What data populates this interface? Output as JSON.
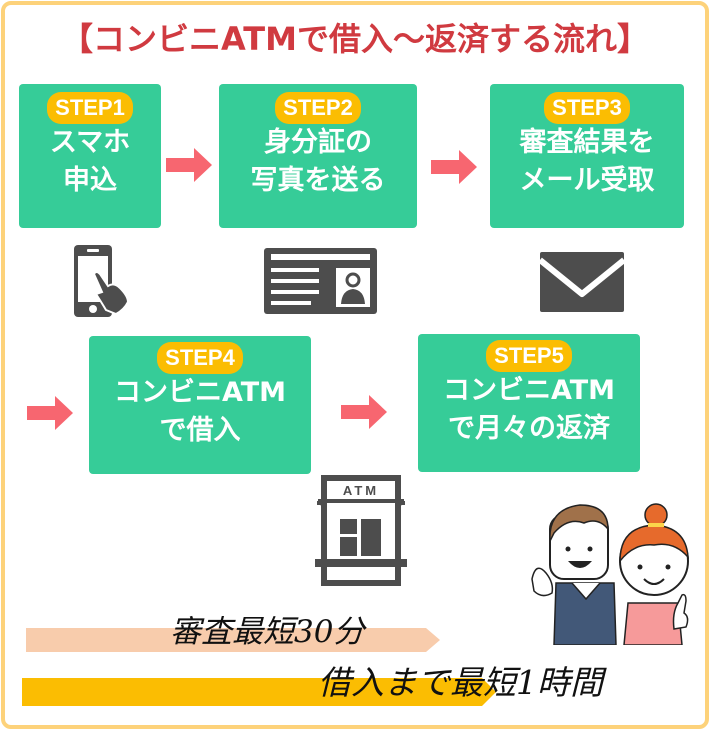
{
  "title": "【コンビニATMで借入～返済する流れ】",
  "steps": [
    {
      "badge": "STEP1",
      "line1": "スマホ",
      "line2": "申込"
    },
    {
      "badge": "STEP2",
      "line1": "身分証の",
      "line2": "写真を送る"
    },
    {
      "badge": "STEP3",
      "line1": "審査結果を",
      "line2": "メール受取"
    },
    {
      "badge": "STEP4",
      "line1": "コンビニATM",
      "line2": "で借入"
    },
    {
      "badge": "STEP5",
      "line1": "コンビニATM",
      "line2": "で月々の返済"
    }
  ],
  "icons": {
    "step1": "smartphone-tap-icon",
    "step2": "id-card-icon",
    "step3": "envelope-icon",
    "step4": "atm-icon",
    "atm_label": "ATM"
  },
  "timelines": [
    {
      "label": "審査最短30分",
      "color": "#f8ccac"
    },
    {
      "label": "借入まで最短1時間",
      "color": "#fbbd02"
    }
  ],
  "colors": {
    "frame": "#fdd27a",
    "title": "#d03a40",
    "step_box": "#36cc98",
    "badge": "#fbbd02",
    "arrow": "#f76670",
    "icon": "#4d4d4d"
  }
}
